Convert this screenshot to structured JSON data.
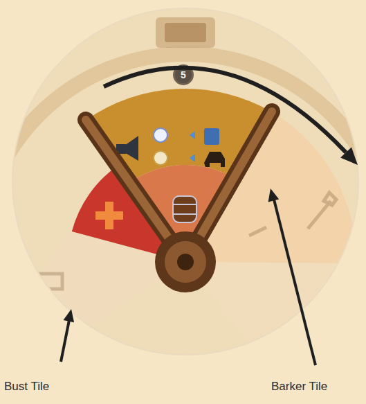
{
  "diagram": {
    "labels": [
      "5",
      "Bust Tile",
      "Barker Tile"
    ]
  }
}
